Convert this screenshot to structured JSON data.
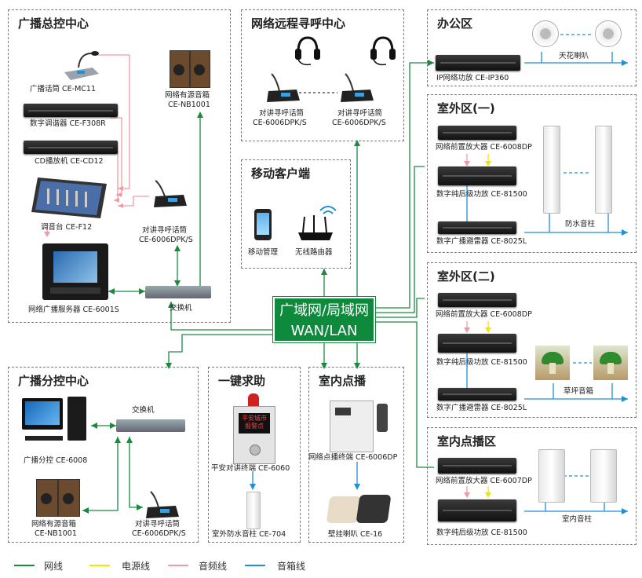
{
  "sections": {
    "broadcast_center": "广播总控中心",
    "remote_paging": "网络远程寻呼中心",
    "mobile_client": "移动客户端",
    "branch_center": "广播分控中心",
    "emergency": "一键求助",
    "indoor_vod": "室内点播",
    "office": "办公区",
    "outdoor1": "室外区(一)",
    "outdoor2": "室外区(二)",
    "indoor_zone": "室内点播区"
  },
  "network": {
    "line1": "广域网/局域网",
    "line2": "WAN/LAN"
  },
  "devices": {
    "mic": "广播话筒 CE-MC11",
    "tuner": "数字调谐器 CE-F308R",
    "cd": "CD播放机 CE-CD12",
    "mixer": "调音台 CE-F12",
    "server": "网络广播服务器 CE-6001S",
    "switch_main": "交换机",
    "active_speaker_main_1": "网络有源音箱",
    "active_speaker_main_2": "CE-NB1001",
    "paging_main_1": "对讲寻呼话筒",
    "paging_main_2": "CE-6006DPK/S",
    "remote_paging_a_1": "对讲寻呼话筒",
    "remote_paging_a_2": "CE-6006DPK/S",
    "remote_paging_b_1": "对讲寻呼话筒",
    "remote_paging_b_2": "CE-6006DPK/S",
    "mobile_mgmt": "移动管理",
    "wireless_router": "无线路由器",
    "branch_pc": "广播分控 CE-6008",
    "switch_branch": "交换机",
    "branch_speaker_1": "网络有源音箱",
    "branch_speaker_2": "CE-NB1001",
    "branch_paging_1": "对讲寻呼话筒",
    "branch_paging_2": "CE-6006DPK/S",
    "intercom_terminal": "平安对讲终端 CE-6060",
    "intercom_screen": "平安城市\n报警点",
    "waterproof_col": "室外防水音柱 CE-704",
    "vod_terminal": "网络点播终端 CE-6006DP",
    "wall_speaker": "壁挂喇叭 CE-16",
    "ip_amp": "IP网络功放 CE-IP360",
    "ceiling_speaker": "天花喇叭",
    "pre_amp1": "网络前置放大器 CE-6008DP",
    "post_amp1": "数字纯后级功放 CE-81500",
    "surge1": "数字广播避雷器 CE-8025L",
    "waterproof_column": "防水音柱",
    "pre_amp2": "网络前置放大器 CE-6008DP",
    "post_amp2": "数字纯后级功放 CE-81500",
    "surge2": "数字广播避雷器 CE-8025L",
    "lawn_speaker": "草坪音箱",
    "pre_amp3": "网络前置放大器 CE-6007DP",
    "post_amp3": "数字纯后级功放 CE-81500",
    "indoor_column": "室内音柱"
  },
  "legend": [
    {
      "label": "网线",
      "color": "#1a8a3e"
    },
    {
      "label": "电源线",
      "color": "#f2e600"
    },
    {
      "label": "音频线",
      "color": "#ef9aa4"
    },
    {
      "label": "音箱线",
      "color": "#1f8fd6"
    }
  ]
}
